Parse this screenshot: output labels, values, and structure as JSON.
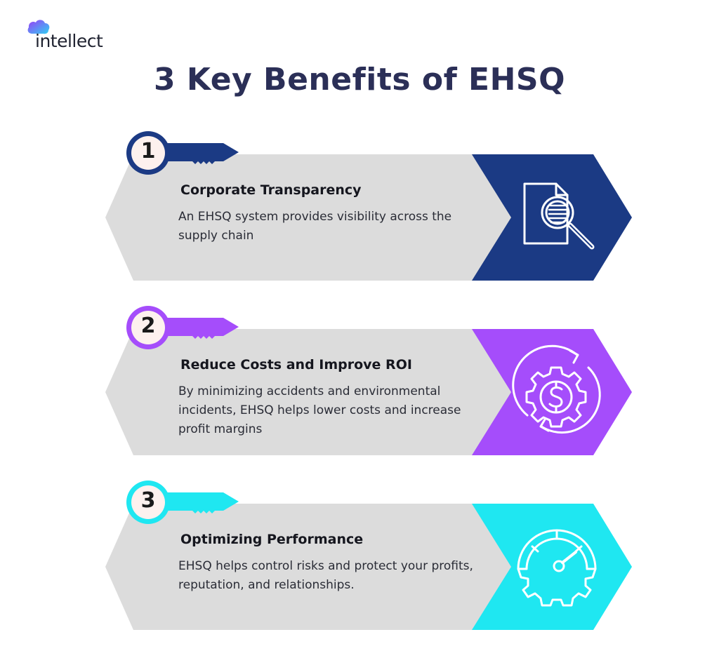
{
  "brand": {
    "name": "intellect"
  },
  "title": "3 Key Benefits of EHSQ",
  "colors": {
    "navy": "#1b3a84",
    "purple": "#a54dfb",
    "cyan": "#1fe7f1",
    "card": "#dcdcdc",
    "title": "#2b2f57"
  },
  "benefits": [
    {
      "number": "1",
      "title": "Corporate Transparency",
      "text": "An EHSQ system provides visibility across the supply chain",
      "icon": "document-search-icon",
      "color": "#1b3a84"
    },
    {
      "number": "2",
      "title": "Reduce Costs and Improve ROI",
      "text": "By minimizing accidents and environmental incidents, EHSQ helps lower costs and increase profit margins",
      "icon": "gear-dollar-cycle-icon",
      "color": "#a54dfb"
    },
    {
      "number": "3",
      "title": "Optimizing Performance",
      "text": "EHSQ helps control risks and protect your profits, reputation, and relationships.",
      "icon": "gauge-gear-icon",
      "color": "#1fe7f1"
    }
  ]
}
